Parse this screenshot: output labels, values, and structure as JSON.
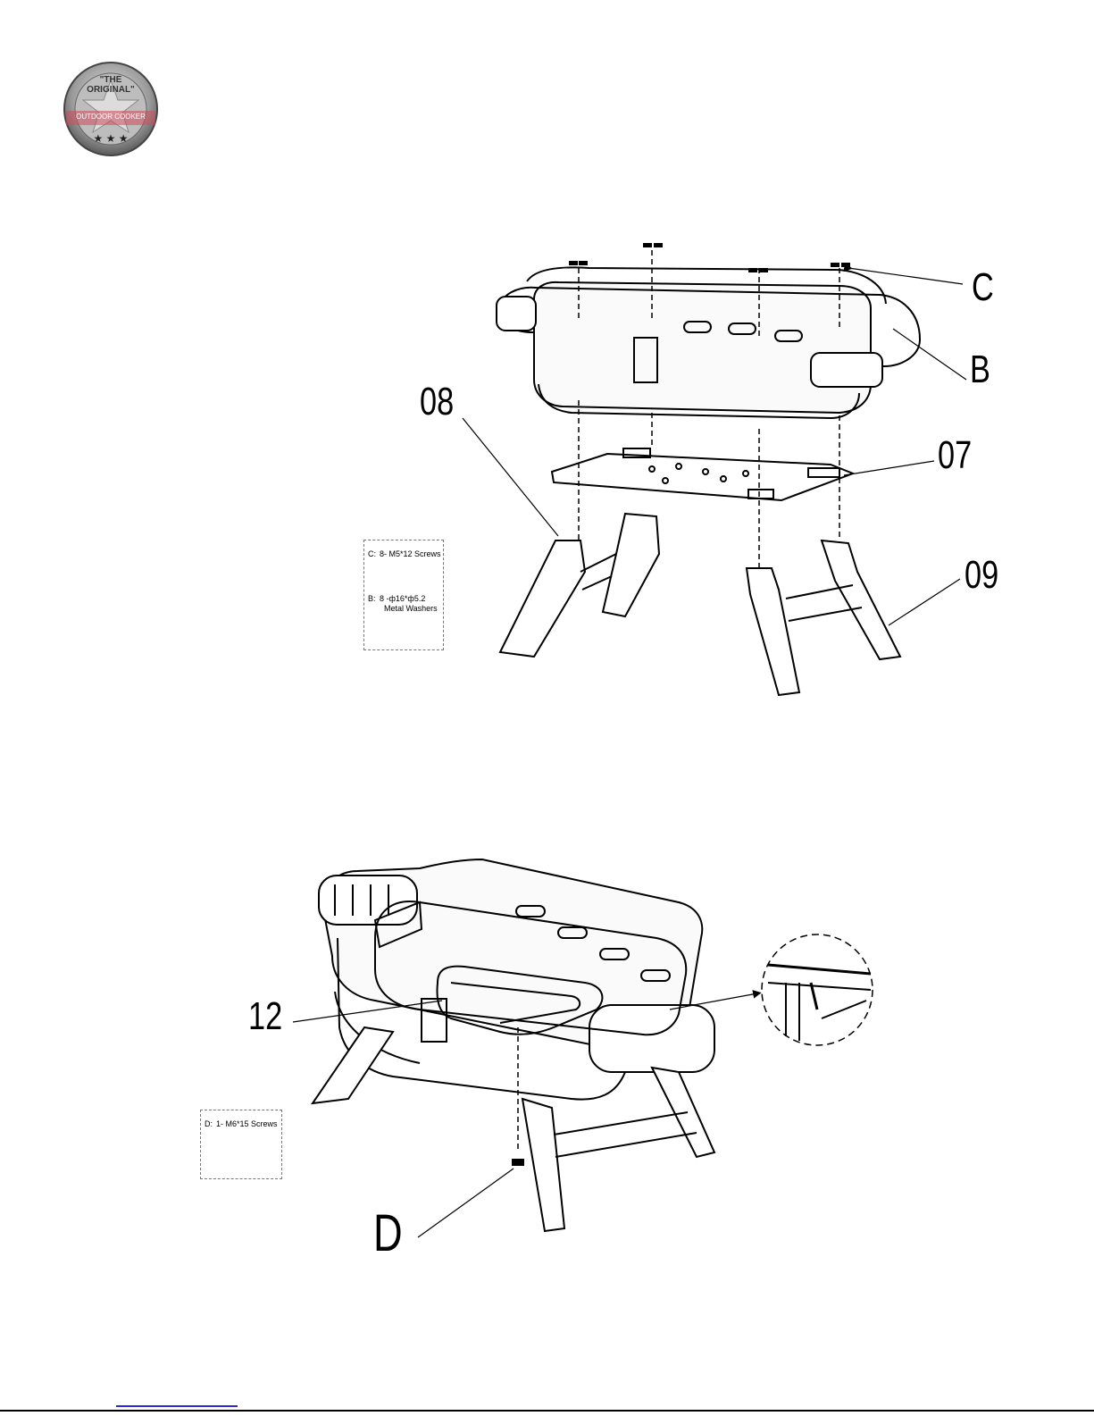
{
  "logo": {
    "arc_text": "\"THE ORIGINAL\"",
    "band_text": "OUTDOOR COOKER",
    "stars": "★ ★ ★"
  },
  "step1": {
    "callouts": {
      "c": "C",
      "b": "B",
      "p08": "08",
      "p07": "07",
      "p09": "09"
    },
    "hardware": {
      "line1_code": "C:",
      "line1_text": "8- M5*12 Screws",
      "line2_code": "B:",
      "line2_text": "8 -ф16*ф5.2",
      "line3_text": "Metal Washers"
    }
  },
  "step2": {
    "callouts": {
      "p12": "12",
      "d": "D"
    },
    "hardware": {
      "line1_code": "D:",
      "line1_text": "1- M6*15 Screws"
    }
  }
}
